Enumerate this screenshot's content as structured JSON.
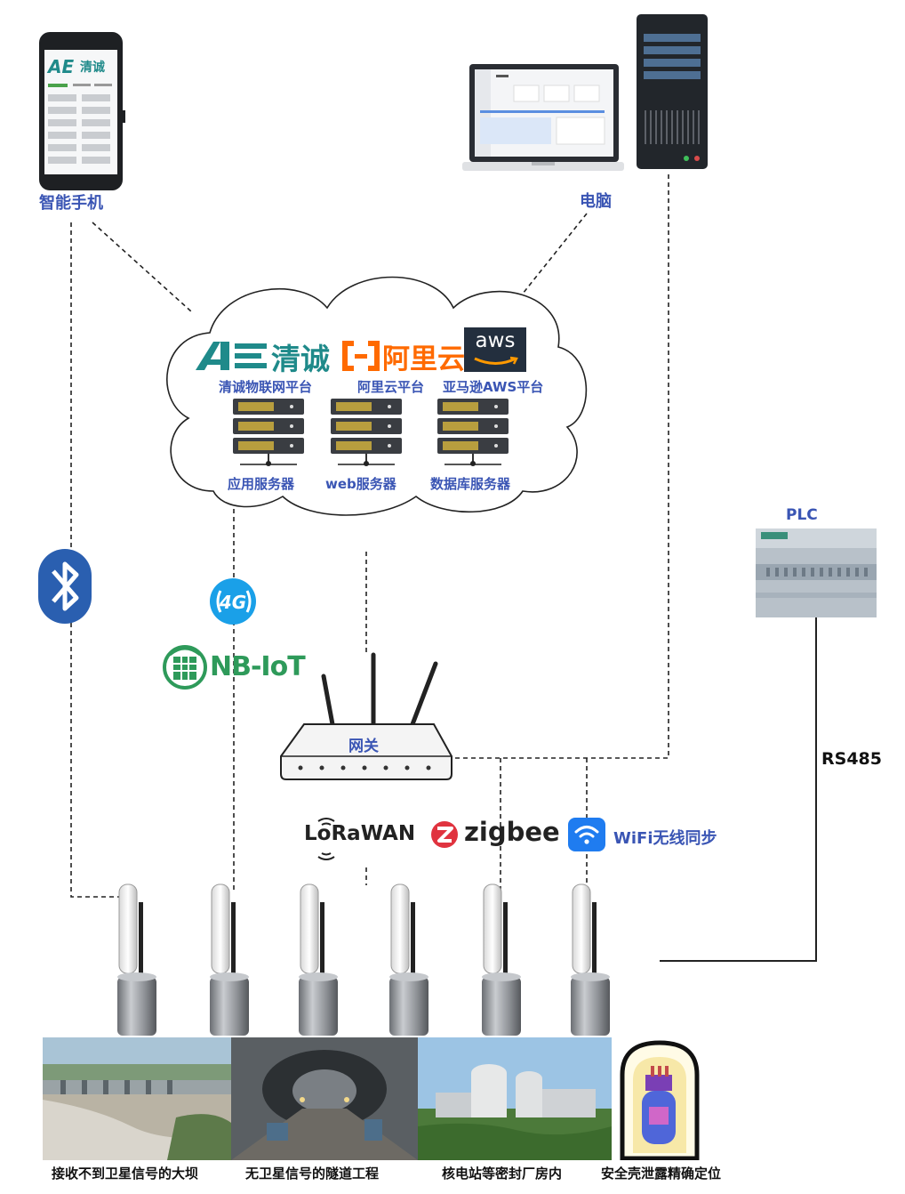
{
  "devices": {
    "phone_label": "智能手机",
    "phone_logo": "AE 清诚",
    "computer_label": "电脑"
  },
  "cloud": {
    "platforms": [
      {
        "logo": "清诚",
        "label": "清诚物联网平台"
      },
      {
        "logo": "阿里云",
        "label": "阿里云平台"
      },
      {
        "logo": "aws",
        "label": "亚马逊AWS平台"
      }
    ],
    "servers": [
      {
        "label": "应用服务器"
      },
      {
        "label": "web服务器"
      },
      {
        "label": "数据库服务器"
      }
    ]
  },
  "connectivity": {
    "bluetooth_icon": "bluetooth-icon",
    "fourg": "4G",
    "nbiot": "NB-IoT",
    "gateway_label": "网关",
    "lorawan": "LoRaWAN",
    "zigbee": "zigbee",
    "wifi": "WiFi无线同步"
  },
  "plc": {
    "label": "PLC",
    "bus": "RS485"
  },
  "scenes": [
    {
      "label": "接收不到卫星信号的大坝"
    },
    {
      "label": "无卫星信号的隧道工程"
    },
    {
      "label": "核电站等密封厂房内"
    },
    {
      "label": "安全壳泄露精确定位"
    }
  ],
  "colors": {
    "label_blue": "#3a55b4",
    "nbiot_green": "#2e9a5a",
    "aliyun_orange": "#ff6a00",
    "qingcheng_teal": "#1f8a8a",
    "bluetooth_blue": "#2a5fb0",
    "fourg_blue": "#1aa0e8",
    "zigbee_red": "#e0333f",
    "wifi_blue": "#1f7cf0"
  }
}
